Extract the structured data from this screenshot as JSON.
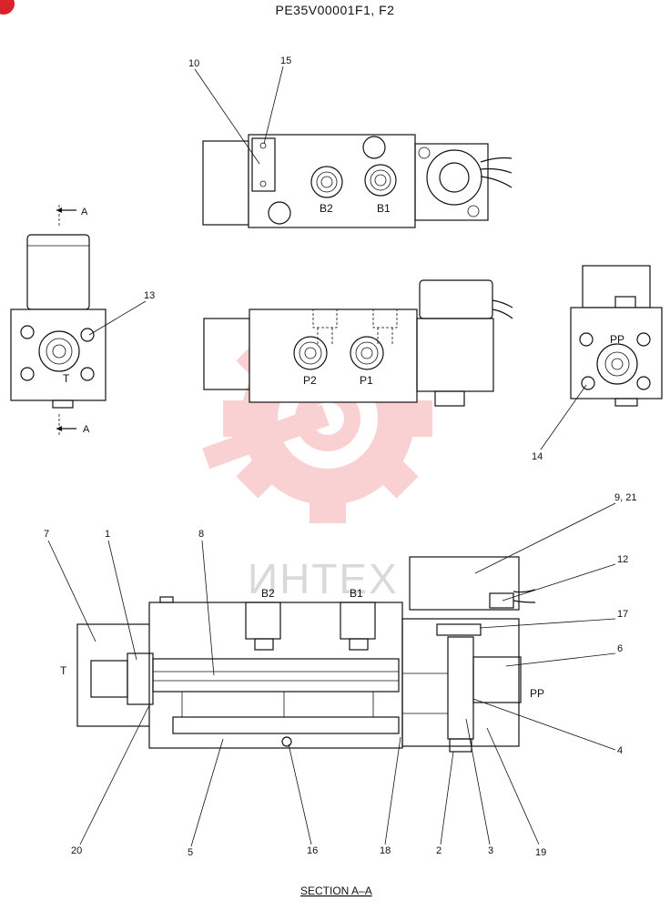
{
  "title": "PE35V00001F1, F2",
  "watermark": {
    "text": "ИНТЕХ",
    "color": "#e8323c"
  },
  "accent_color": "#d8232a",
  "section_label": "SECTION  A–A",
  "section_marks": {
    "top": "A",
    "bottom": "A"
  },
  "ports": {
    "top_view": [
      "B2",
      "B1"
    ],
    "front_view": [
      "P2",
      "P1"
    ],
    "left_view": "T",
    "right_view": "PP",
    "section": {
      "b2": "B2",
      "b1": "B1",
      "t": "T",
      "pp": "PP"
    }
  },
  "callouts": {
    "c10": "10",
    "c15": "15",
    "c13": "13",
    "c14": "14",
    "c7": "7",
    "c1": "1",
    "c8": "8",
    "c921": "9, 21",
    "c12": "12",
    "c17": "17",
    "c6": "6",
    "c4": "4",
    "c20": "20",
    "c5": "5",
    "c16": "16",
    "c18": "18",
    "c2": "2",
    "c3": "3",
    "c19": "19"
  }
}
